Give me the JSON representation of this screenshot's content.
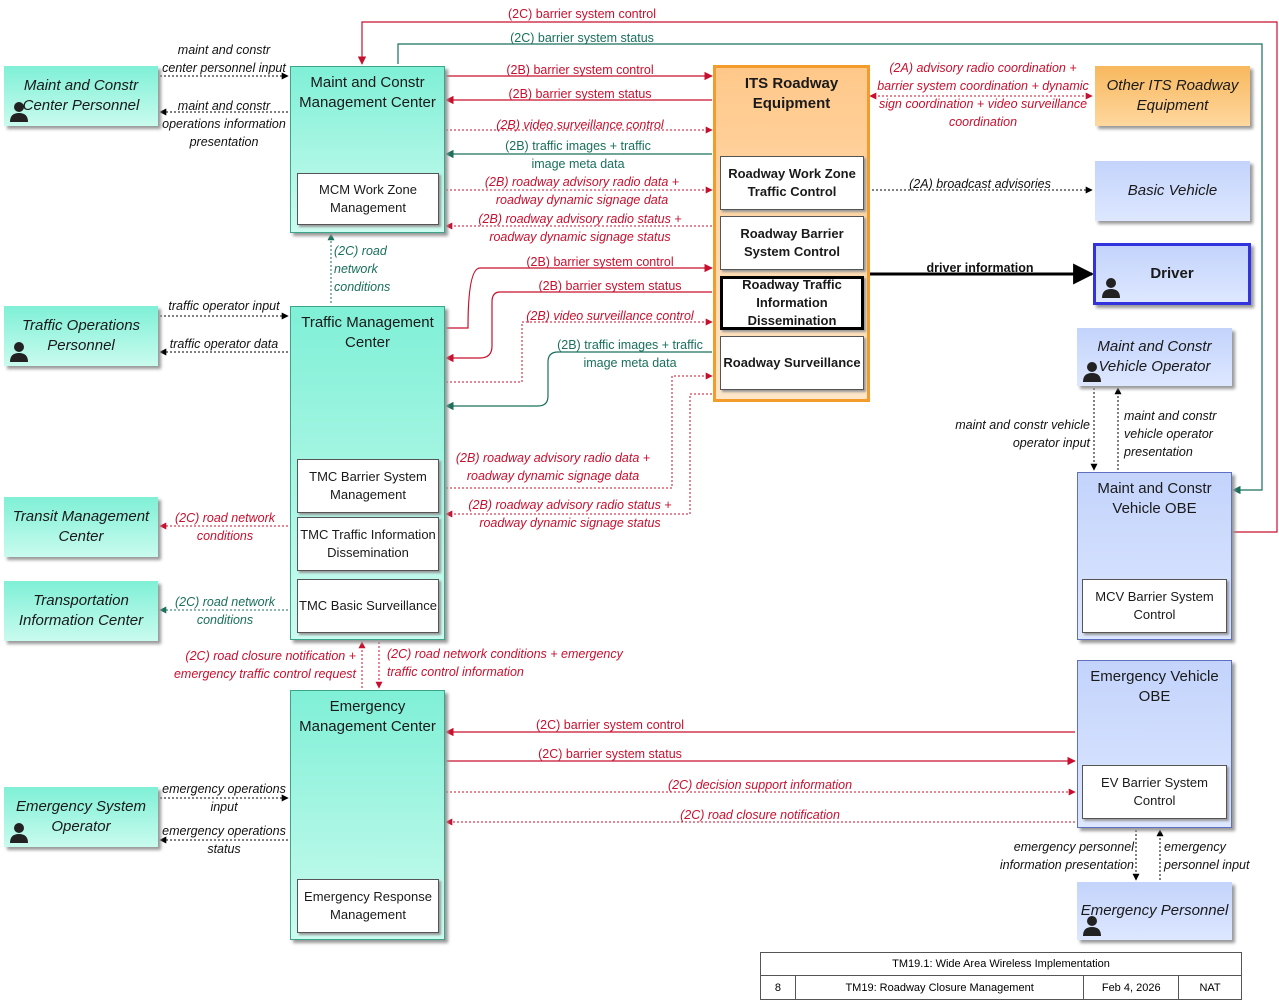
{
  "boxes": {
    "maint_personnel": "Maint and Constr Center Personnel",
    "traffic_personnel": "Traffic Operations Personnel",
    "transit_center": "Transit Management Center",
    "transportation_info": "Transportation Information Center",
    "emergency_operator": "Emergency System Operator",
    "mcm_center": "Maint and Constr Management Center",
    "mcm_workzone": "MCM Work Zone Management",
    "tmc_center": "Traffic Management Center",
    "tmc_barrier": "TMC Barrier System Management",
    "tmc_info": "TMC Traffic Information Dissemination",
    "tmc_surv": "TMC Basic Surveillance",
    "emc_center": "Emergency Management Center",
    "emc_response": "Emergency Response Management",
    "its_equipment": "ITS Roadway Equipment",
    "its_workzone": "Roadway Work Zone Traffic Control",
    "its_barrier": "Roadway Barrier System Control",
    "its_info": "Roadway Traffic Information Dissemination",
    "its_surv": "Roadway Surveillance",
    "other_its": "Other ITS Roadway Equipment",
    "basic_vehicle": "Basic Vehicle",
    "driver": "Driver",
    "mcv_operator": "Maint and Constr Vehicle Operator",
    "mcv_obe": "Maint and Constr Vehicle OBE",
    "mcv_barrier": "MCV Barrier System Control",
    "ev_obe": "Emergency Vehicle OBE",
    "ev_barrier": "EV Barrier System Control",
    "emergency_personnel": "Emergency Personnel"
  },
  "flows": {
    "top_barrier_control": "(2C) barrier system control",
    "top_barrier_status": "(2C) barrier system status",
    "mcm_personnel_input": "maint and constr center personnel input",
    "mcm_ops_info": "maint and constr operations information presentation",
    "mcm_b_control": "(2B) barrier system control",
    "mcm_b_status": "(2B) barrier system status",
    "mcm_b_video": "(2B) video surveillance control",
    "mcm_b_images": "(2B) traffic images + traffic image meta data",
    "mcm_b_radio_data": "(2B) roadway advisory radio data + roadway dynamic signage data",
    "mcm_b_radio_status": "(2B) roadway advisory radio status + roadway dynamic signage status",
    "road_network_mcm": "(2C) road network conditions",
    "traffic_op_input": "traffic operator input",
    "traffic_op_data": "traffic operator data",
    "tmc_b_control": "(2B) barrier system control",
    "tmc_b_status": "(2B) barrier system status",
    "tmc_b_video": "(2B) video surveillance control",
    "tmc_b_images": "(2B) traffic images + traffic image meta data",
    "tmc_b_radio_data": "(2B) roadway advisory radio data + roadway dynamic signage data",
    "tmc_b_radio_status": "(2B) roadway advisory radio status + roadway dynamic signage status",
    "transit_conditions": "(2C) road network conditions",
    "tic_conditions": "(2C) road network conditions",
    "emc_closure_request": "(2C) road closure notification + emergency traffic control request",
    "emc_conditions_info": "(2C) road network conditions + emergency traffic control information",
    "other_its_coord": "(2A) advisory radio coordination + barrier system coordination + dynamic sign coordination + video surveillance coordination",
    "broadcast": "(2A) broadcast advisories",
    "driver_info": "driver information",
    "mcv_op_input": "maint and constr vehicle operator input",
    "mcv_op_present": "maint and constr vehicle operator presentation",
    "ev_control": "(2C) barrier system control",
    "ev_status": "(2C) barrier system status",
    "ev_decision": "(2C) decision support information",
    "ev_closure": "(2C) road closure notification",
    "emerg_ops_input": "emergency operations input",
    "emerg_ops_status": "emergency operations status",
    "ep_present": "emergency personnel information presentation",
    "ep_input": "emergency personnel input"
  },
  "titleblock": {
    "title": "TM19.1: Wide Area Wireless Implementation",
    "page": "8",
    "name": "TM19: Roadway Closure Management",
    "date": "Feb 4, 2026",
    "org": "NAT"
  },
  "colors": {
    "red": "#c8102e",
    "teal": "#1a6f5c",
    "black": "#000000",
    "its_border": "#f39c2b",
    "driver_border": "#3333dd"
  }
}
